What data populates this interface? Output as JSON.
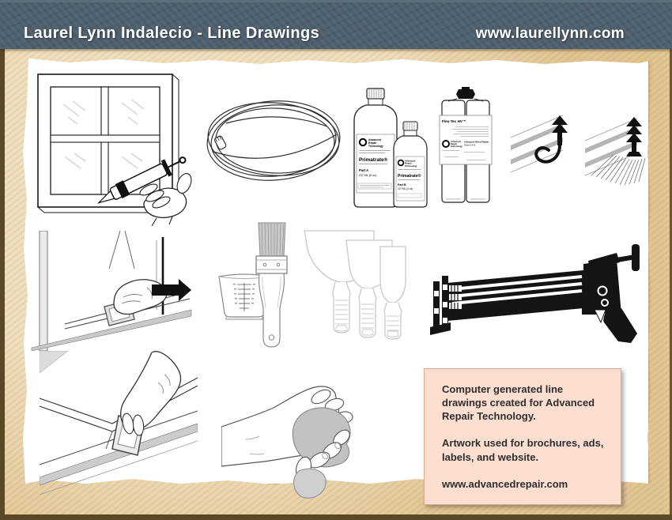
{
  "header": {
    "title": "Laurel Lynn Indalecio - Line Drawings",
    "url": "www.laurellynn.com",
    "bg": "#4d5e6c",
    "text_color": "#ffffff"
  },
  "page": {
    "paper_color": "#e0c593",
    "sheet_color": "#ffffff"
  },
  "product_labels": {
    "brand_line1": "Advanced",
    "brand_line2": "Repair",
    "brand_line3": "Technology",
    "primer_name": "Primatrate®",
    "bottle_a_part": "Part A",
    "bottle_a_volume": "237 ML (8 oz)",
    "bottle_b_part": "Part B",
    "bottle_b_volume": "117 ML (4 oz)",
    "cartridge_name": "Flex-Tec HV™",
    "cartridge_desc": "Advanced Wood Repair",
    "cartridge_parts": "Parts A & B"
  },
  "info_box": {
    "bg": "#fcdfd0",
    "paragraph1": "Computer generated line drawings created for Advanced Repair Technology.",
    "paragraph2": "Artwork used for brochures, ads, labels, and website.",
    "url": "www.advancedrepair.com"
  },
  "drawings": [
    "window-caulking",
    "weatherstrip-coil",
    "primer-bottles",
    "epoxy-cartridge",
    "weatherstrip-profiles",
    "sanding-window-frame",
    "measuring-cup",
    "paint-brush",
    "putty-knives",
    "dispensing-gun",
    "corner-sanding-block",
    "hands-kneading-epoxy"
  ]
}
